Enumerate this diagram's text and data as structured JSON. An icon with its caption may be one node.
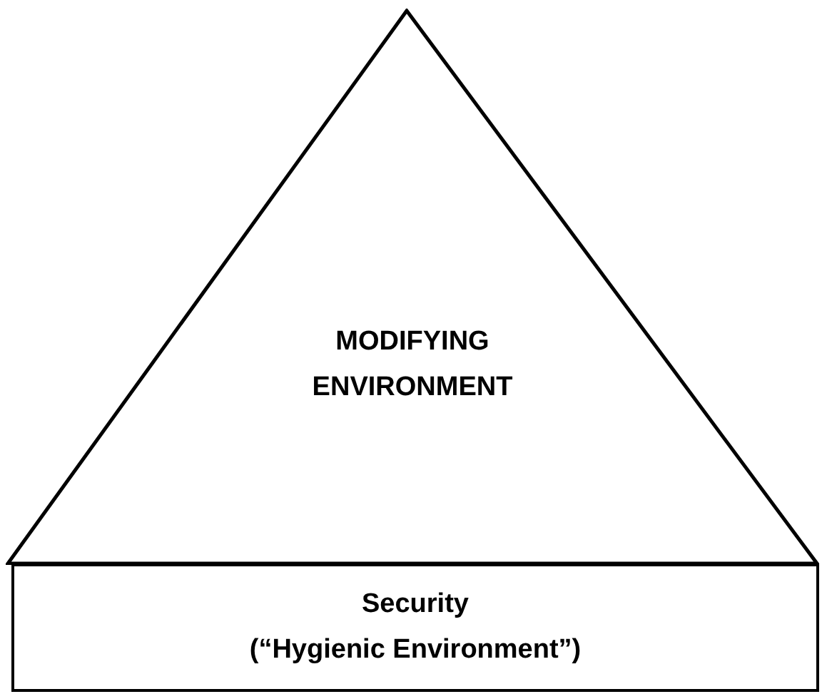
{
  "diagram": {
    "nodes": [
      {
        "text": [
          "MODIFYING ENVIRONMENT"
        ]
      },
      {
        "text": [
          "Security",
          "(“Hygienic Environment”)"
        ]
      }
    ]
  }
}
